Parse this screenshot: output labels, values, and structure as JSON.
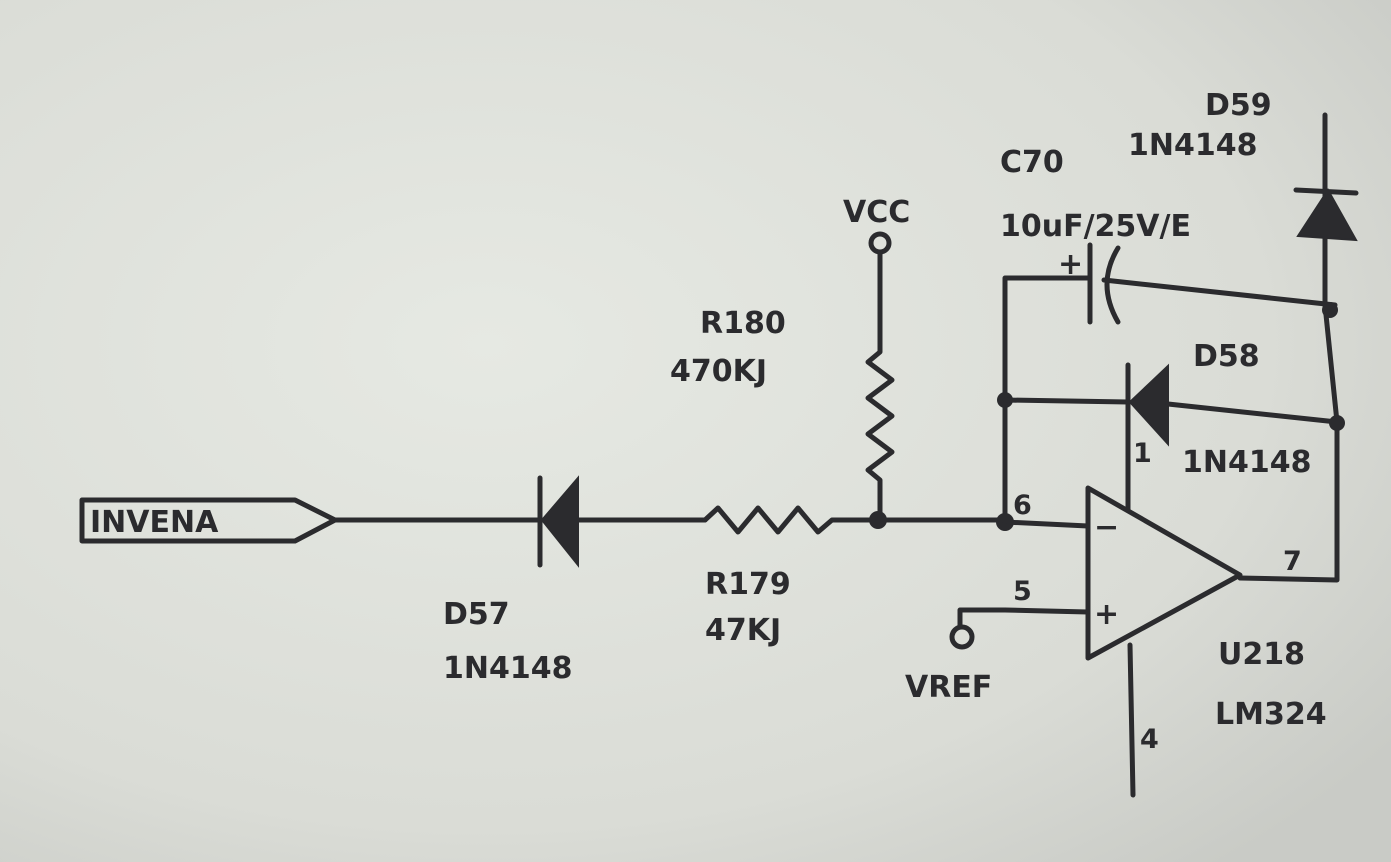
{
  "net_labels": {
    "input": "INVENA",
    "vcc": "VCC",
    "vref": "VREF"
  },
  "components": {
    "d57": {
      "ref": "D57",
      "value": "1N4148"
    },
    "r179": {
      "ref": "R179",
      "value": "47KJ"
    },
    "r180": {
      "ref": "R180",
      "value": "470KJ"
    },
    "c70": {
      "ref": "C70",
      "value": "10uF/25V/E",
      "polarity": "+"
    },
    "d58": {
      "ref": "D58",
      "value": "1N4148"
    },
    "d59": {
      "ref": "D59",
      "value": "1N4148"
    },
    "u218": {
      "ref": "U218",
      "value": "LM324"
    }
  },
  "opamp_pins": {
    "inverting": "6",
    "non_inverting": "5",
    "output": "7",
    "v_plus": "1",
    "v_minus": "4",
    "minus_sign": "−",
    "plus_sign": "+"
  },
  "colors": {
    "paper": "#dfe2dc",
    "ink": "#2b2b2e"
  }
}
